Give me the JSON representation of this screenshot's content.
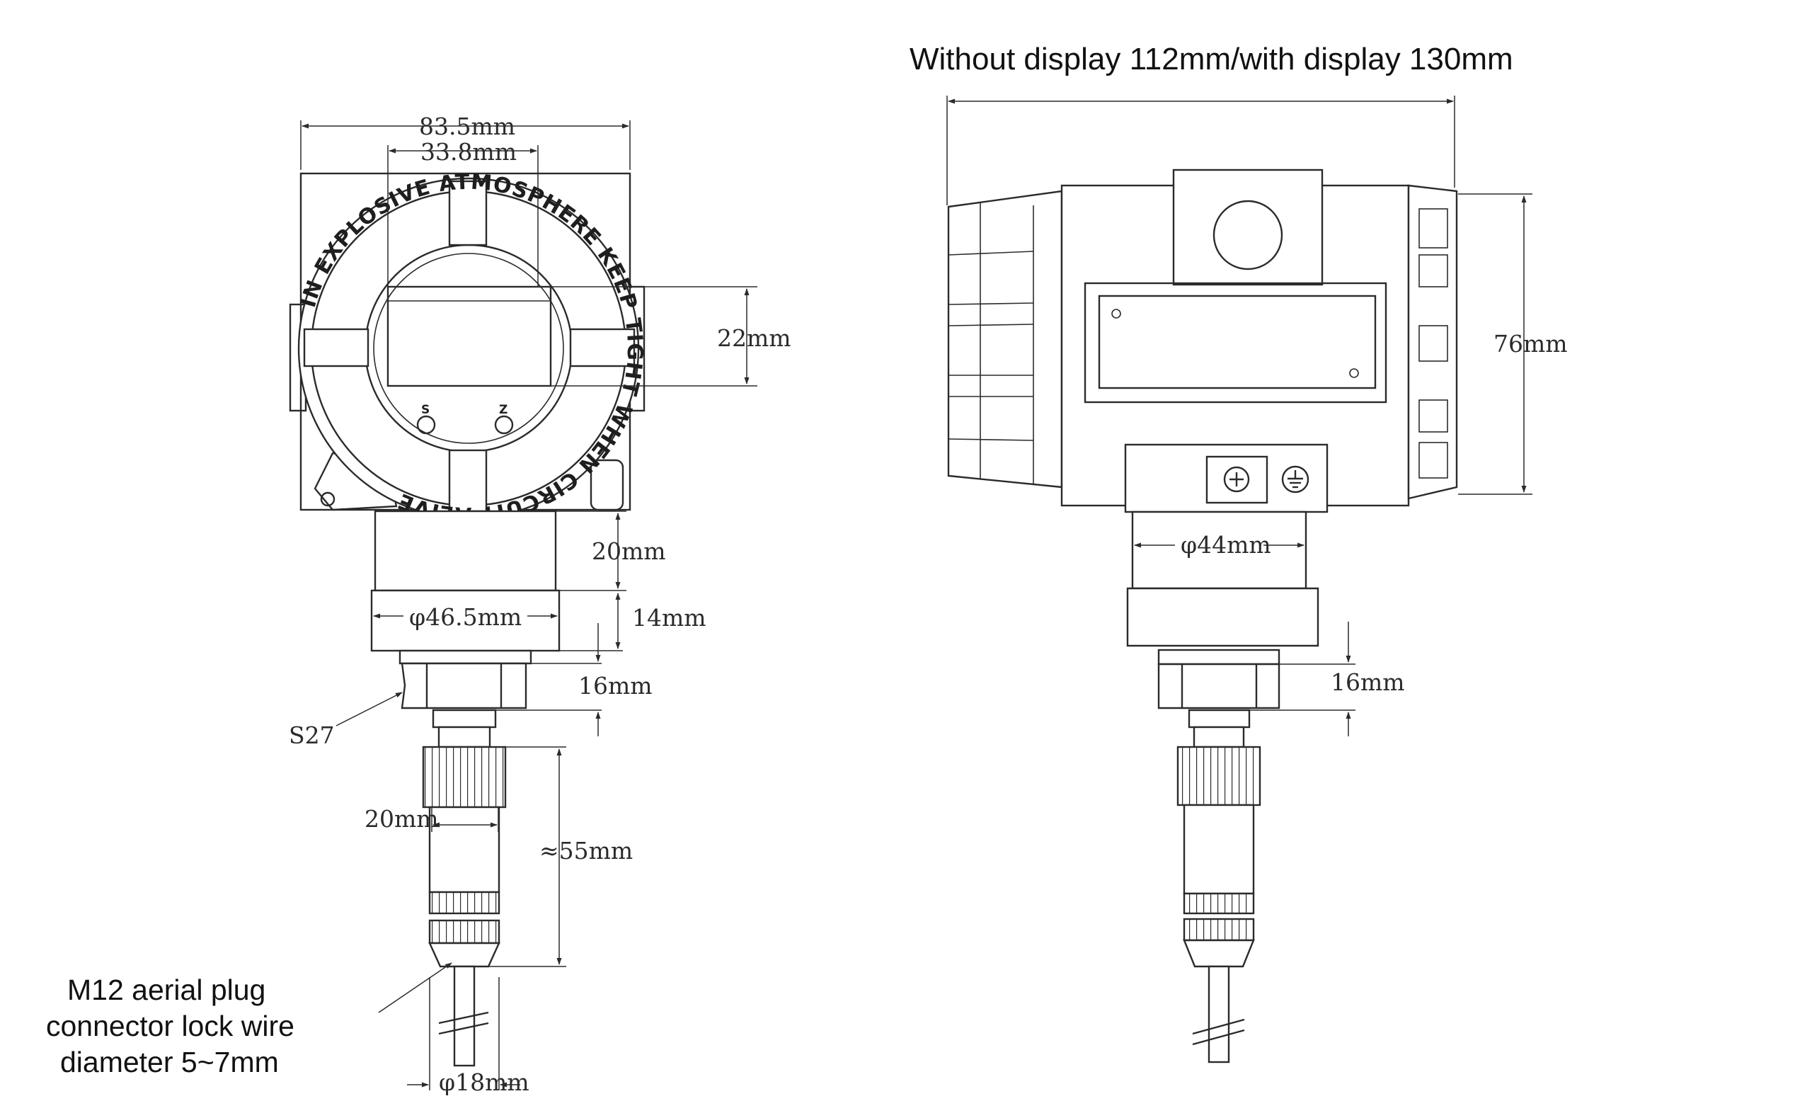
{
  "front_view": {
    "width_label": "83.5mm",
    "window_label": "33.8mm",
    "window_height_label": "22mm",
    "ring_text": "IN EXPLOSIVE ATMOSPHERE KEEP TIGHT WHEN CIRCUIT ALIVE",
    "button_s": "S",
    "button_z": "Z",
    "neck_height_label": "20mm",
    "collar_diameter_label": "φ46.5mm",
    "collar_height_label": "14mm",
    "fitting_height_label": "16mm",
    "hex_label": "S27",
    "plug_width_label": "20mm",
    "plug_length_label": "≈55mm",
    "cable_diameter_label": "φ18mm",
    "plug_note_line1": "M12 aerial plug",
    "plug_note_line2": "connector lock wire",
    "plug_note_line3": "diameter 5~7mm"
  },
  "side_view": {
    "depth_label": "Without display 112mm/with display 130mm",
    "height_label": "76mm",
    "neck_diameter_label": "φ44mm",
    "fitting_height_label": "16mm"
  }
}
